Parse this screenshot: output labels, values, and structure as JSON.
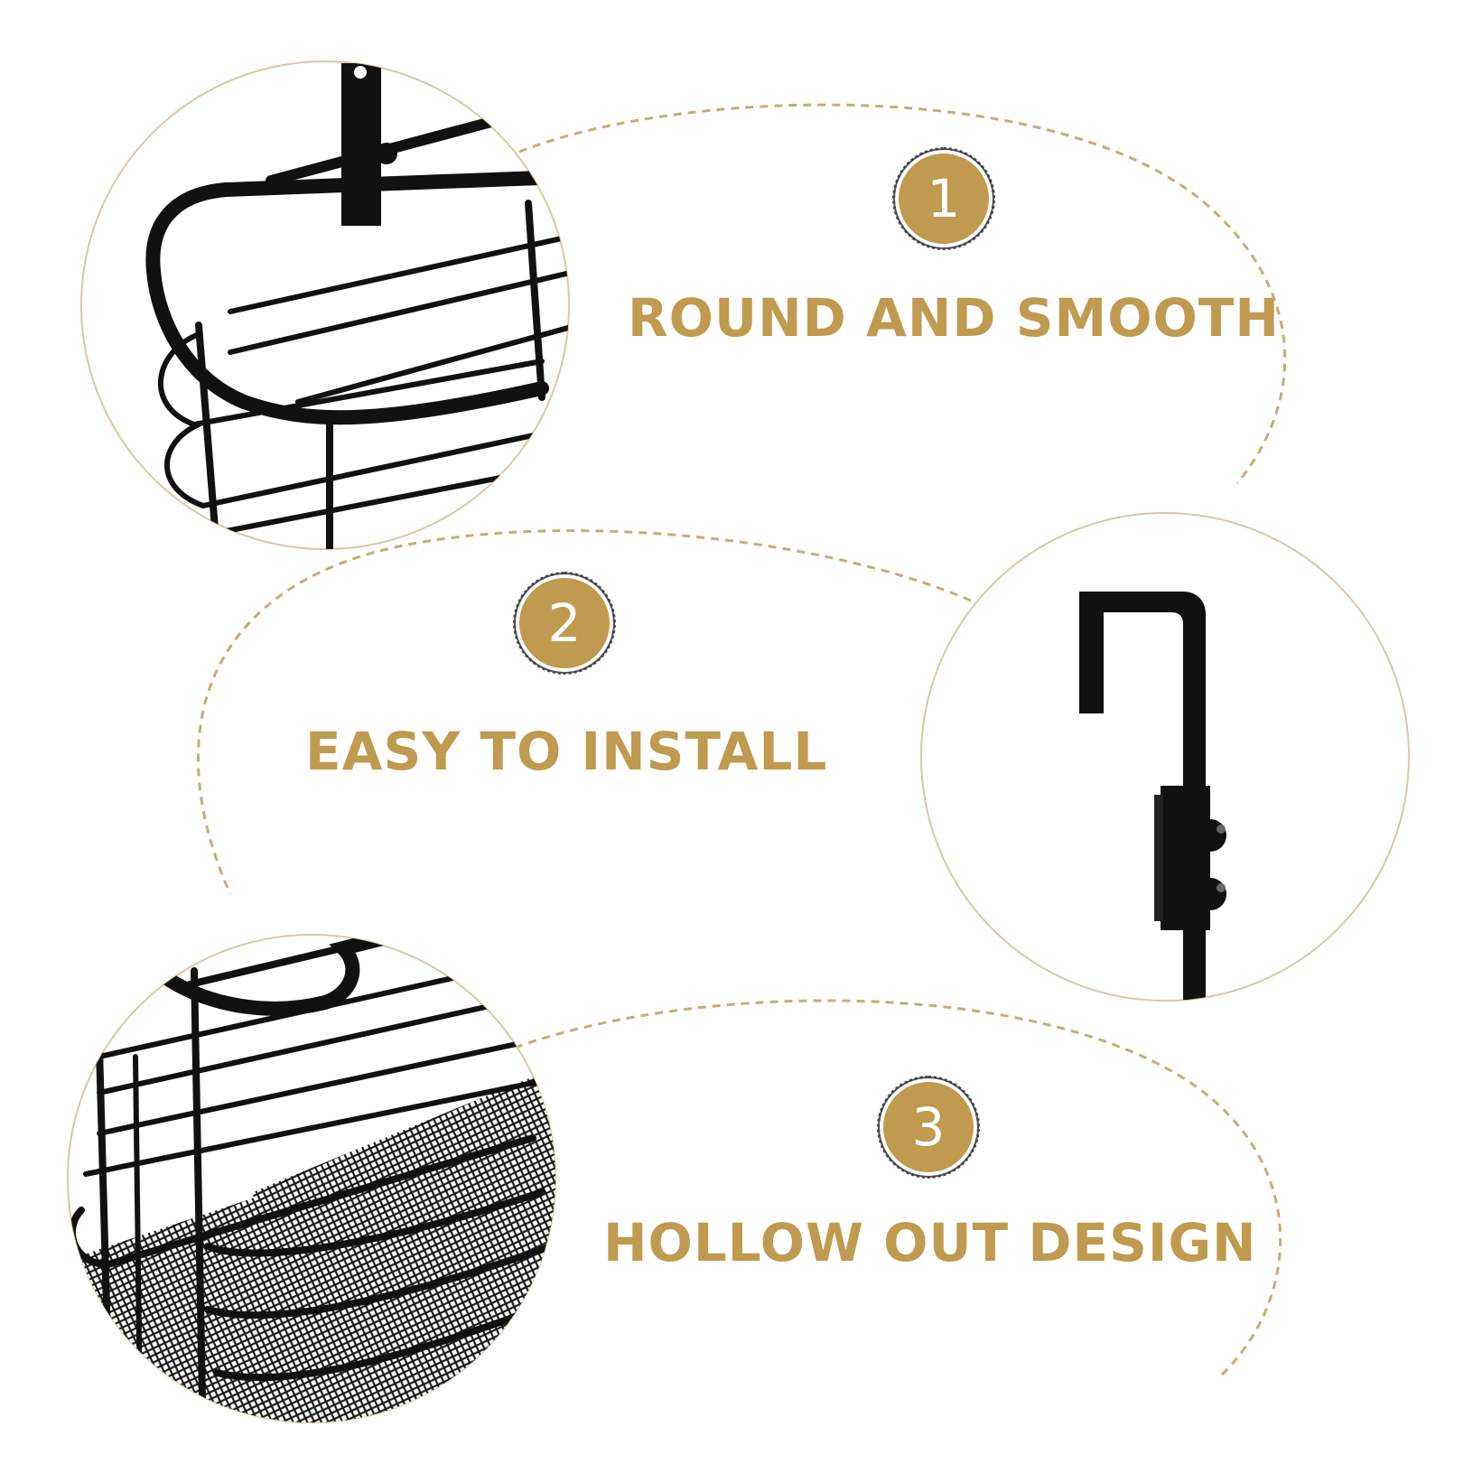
{
  "colors": {
    "accent": "#bf9a4f",
    "product": "#111111",
    "circle_outline": "#d8c9a6"
  },
  "features": [
    {
      "number": "1",
      "title": "ROUND AND SMOOTH",
      "image": "basket-rounded-corner-closeup"
    },
    {
      "number": "2",
      "title": "EASY TO INSTALL",
      "image": "over-door-hook-closeup"
    },
    {
      "number": "3",
      "title": "HOLLOW OUT DESIGN",
      "image": "basket-mesh-bottom-closeup"
    }
  ]
}
